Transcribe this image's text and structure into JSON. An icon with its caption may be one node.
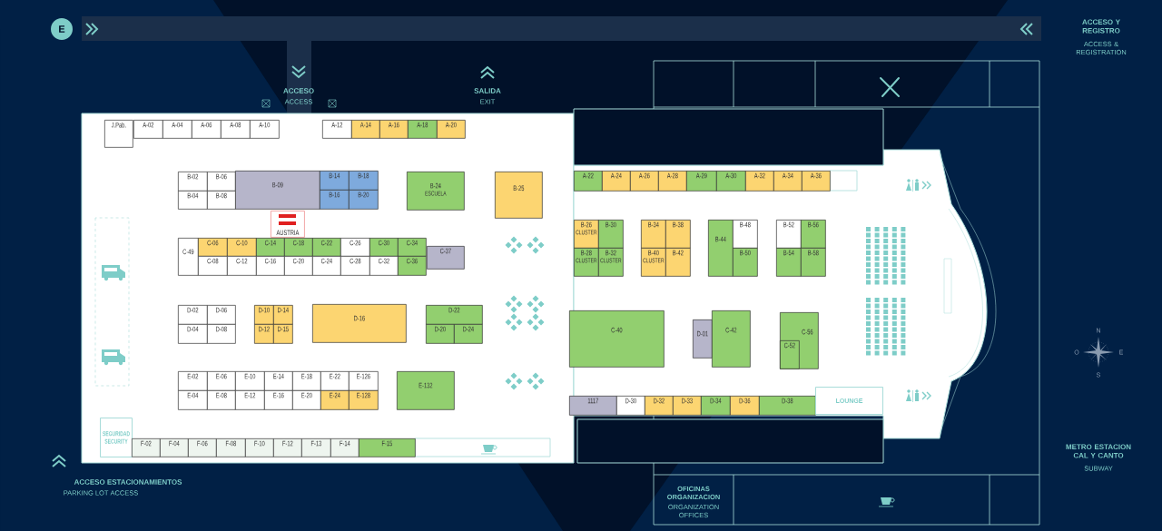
{
  "diagram": {
    "nodes": [
      {
        "text": [
          "J.Pab."
        ]
      },
      {
        "text": [
          "A-02"
        ]
      },
      {
        "text": [
          "A-04"
        ]
      },
      {
        "text": [
          "A-06"
        ]
      },
      {
        "text": [
          "A-08"
        ]
      },
      {
        "text": [
          "A-10"
        ]
      },
      {
        "text": [
          "A-12"
        ]
      },
      {
        "text": [
          "A-14"
        ]
      },
      {
        "text": [
          "A-16"
        ]
      },
      {
        "text": [
          "A-18"
        ]
      },
      {
        "text": [
          "A-20"
        ]
      },
      {
        "text": [
          "B-02"
        ]
      },
      {
        "text": [
          "B-06"
        ]
      },
      {
        "text": [
          "B-09"
        ]
      },
      {
        "text": [
          "B-14"
        ]
      },
      {
        "text": [
          "B-18"
        ]
      },
      {
        "text": [
          "B-04"
        ]
      },
      {
        "text": [
          "B-08"
        ]
      },
      {
        "text": [
          "B-16"
        ]
      },
      {
        "text": [
          "B-20"
        ]
      },
      {
        "text": [
          "B-24",
          "ESCUELA"
        ]
      },
      {
        "text": [
          "B-25"
        ]
      },
      {
        "text": [
          "AUSTRIA"
        ]
      },
      {
        "text": [
          "C-49"
        ]
      },
      {
        "text": [
          "C-06"
        ]
      },
      {
        "text": [
          "C-10"
        ]
      },
      {
        "text": [
          "C-14"
        ]
      },
      {
        "text": [
          "C-18"
        ]
      },
      {
        "text": [
          "C-22"
        ]
      },
      {
        "text": [
          "C-26"
        ]
      },
      {
        "text": [
          "C-30"
        ]
      },
      {
        "text": [
          "C-34"
        ]
      },
      {
        "text": [
          "C-37"
        ]
      },
      {
        "text": [
          "C-08"
        ]
      },
      {
        "text": [
          "C-12"
        ]
      },
      {
        "text": [
          "C-16"
        ]
      },
      {
        "text": [
          "C-20"
        ]
      },
      {
        "text": [
          "C-24"
        ]
      },
      {
        "text": [
          "C-28"
        ]
      },
      {
        "text": [
          "C-32"
        ]
      },
      {
        "text": [
          "C-36"
        ]
      },
      {
        "text": [
          "D-02"
        ]
      },
      {
        "text": [
          "D-06"
        ]
      },
      {
        "text": [
          "D-10"
        ]
      },
      {
        "text": [
          "D-14"
        ]
      },
      {
        "text": [
          "D-16"
        ]
      },
      {
        "text": [
          "D-22"
        ]
      },
      {
        "text": [
          "D-04"
        ]
      },
      {
        "text": [
          "D-08"
        ]
      },
      {
        "text": [
          "D-12"
        ]
      },
      {
        "text": [
          "D-15"
        ]
      },
      {
        "text": [
          "D-20"
        ]
      },
      {
        "text": [
          "D-24"
        ]
      },
      {
        "text": [
          "E-02"
        ]
      },
      {
        "text": [
          "E-06"
        ]
      },
      {
        "text": [
          "E-10"
        ]
      },
      {
        "text": [
          "E-14"
        ]
      },
      {
        "text": [
          "E-18"
        ]
      },
      {
        "text": [
          "E-22"
        ]
      },
      {
        "text": [
          "E-126"
        ]
      },
      {
        "text": [
          "E-132"
        ]
      },
      {
        "text": [
          "E-04"
        ]
      },
      {
        "text": [
          "E-08"
        ]
      },
      {
        "text": [
          "E-12"
        ]
      },
      {
        "text": [
          "E-16"
        ]
      },
      {
        "text": [
          "E-20"
        ]
      },
      {
        "text": [
          "E-24"
        ]
      },
      {
        "text": [
          "E-128"
        ]
      },
      {
        "text": [
          "SEGURIDAD",
          "SECURITY"
        ]
      },
      {
        "text": [
          "F-02"
        ]
      },
      {
        "text": [
          "F-04"
        ]
      },
      {
        "text": [
          "F-06"
        ]
      },
      {
        "text": [
          "F-08"
        ]
      },
      {
        "text": [
          "F-10"
        ]
      },
      {
        "text": [
          "F-12"
        ]
      },
      {
        "text": [
          "F-13"
        ]
      },
      {
        "text": [
          "F-14"
        ]
      },
      {
        "text": [
          "F-15"
        ]
      },
      {
        "text": [
          "A-22"
        ]
      },
      {
        "text": [
          "A-24"
        ]
      },
      {
        "text": [
          "A-26"
        ]
      },
      {
        "text": [
          "A-28"
        ]
      },
      {
        "text": [
          "A-29"
        ]
      },
      {
        "text": [
          "A-30"
        ]
      },
      {
        "text": [
          "A-32"
        ]
      },
      {
        "text": [
          "A-34"
        ]
      },
      {
        "text": [
          "A-36"
        ]
      },
      {
        "text": [
          "B-26",
          "CLUSTER"
        ]
      },
      {
        "text": [
          "B-30"
        ]
      },
      {
        "text": [
          "B-34"
        ]
      },
      {
        "text": [
          "B-38"
        ]
      },
      {
        "text": [
          "B-44"
        ]
      },
      {
        "text": [
          "B-48"
        ]
      },
      {
        "text": [
          "B-52"
        ]
      },
      {
        "text": [
          "B-56"
        ]
      },
      {
        "text": [
          "B-28",
          "CLUSTER"
        ]
      },
      {
        "text": [
          "B-32",
          "CLUSTER"
        ]
      },
      {
        "text": [
          "B-40",
          "CLUSTER"
        ]
      },
      {
        "text": [
          "B-42"
        ]
      },
      {
        "text": [
          "B-50"
        ]
      },
      {
        "text": [
          "B-54"
        ]
      },
      {
        "text": [
          "B-58"
        ]
      },
      {
        "text": [
          "C-40"
        ]
      },
      {
        "text": [
          "D-01"
        ]
      },
      {
        "text": [
          "C-42"
        ]
      },
      {
        "text": [
          "C-56"
        ]
      },
      {
        "text": [
          "C-52"
        ],
        "in": 105
      },
      {
        "text": [
          "1117"
        ]
      },
      {
        "text": [
          "D-30"
        ]
      },
      {
        "text": [
          "D-32"
        ]
      },
      {
        "text": [
          "D-33"
        ]
      },
      {
        "text": [
          "D-34"
        ]
      },
      {
        "text": [
          "D-36"
        ]
      },
      {
        "text": [
          "D-38"
        ]
      },
      {
        "text": [
          "LOUNGE"
        ]
      }
    ],
    "labels": [
      "E",
      "ACCESO",
      "ACCESS",
      "SALIDA",
      "EXIT",
      "ACCESO Y REGISTRO",
      "ACCESS & REGISTRATION",
      "ACCESO ESTACIONAMIENTOS",
      "PARKING LOT ACCESS",
      "OFICINAS ORGANIZACION",
      "ORGANIZATION OFFICES",
      "METRO ESTACION CAL Y CANTO",
      "SUBWAY",
      "N",
      "O",
      "E",
      "S"
    ]
  }
}
